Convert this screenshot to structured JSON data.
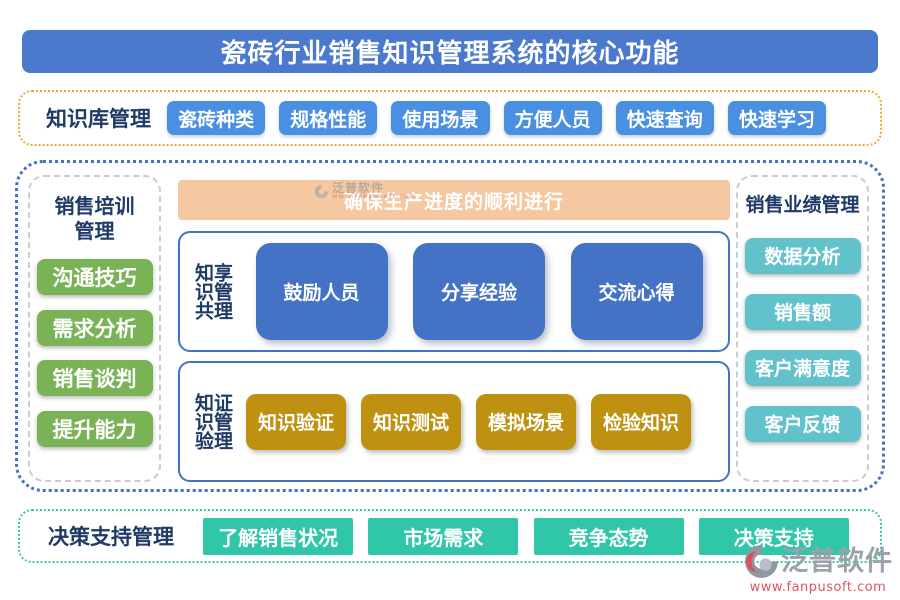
{
  "title": "瓷砖行业销售知识管理系统的核心功能",
  "kb": {
    "label": "知识库管理",
    "items": [
      "瓷砖种类",
      "规格性能",
      "使用场景",
      "方便人员",
      "快速查询",
      "快速学习"
    ]
  },
  "training": {
    "label": "销售培训管理",
    "items": [
      "沟通技巧",
      "需求分析",
      "销售谈判",
      "提升能力"
    ]
  },
  "center": {
    "banner": "确保生产进度的顺利进行"
  },
  "share": {
    "label": "知识共享管理",
    "items": [
      "鼓励人员",
      "分享经验",
      "交流心得"
    ]
  },
  "verify": {
    "label": "知识验证管理",
    "items": [
      "知识验证",
      "知识测试",
      "模拟场景",
      "检验知识"
    ]
  },
  "performance": {
    "label": "销售业绩管理",
    "items": [
      "数据分析",
      "销售额",
      "客户满意度",
      "客户反馈"
    ]
  },
  "decision": {
    "label": "决策支持管理",
    "items": [
      "了解销售状况",
      "市场需求",
      "竞争态势",
      "决策支持"
    ]
  },
  "watermark": {
    "brand": "泛普软件",
    "url": "www.fanpusoft.com"
  },
  "colors": {
    "title_bar": "#4B79CE",
    "kb_button": "#4A90E2",
    "kb_border": "#F0A830",
    "outer_border": "#4472C4",
    "panel_border": "#4472C4",
    "side_border": "#C9CDD3",
    "training_button": "#79B356",
    "share_tile": "#4472C4",
    "verify_button": "#BE9210",
    "performance_button": "#62C2CC",
    "decision_button": "#30C6A8",
    "decision_border": "#3CC4A4",
    "banner_bg": "#F5C8A2",
    "label_text": "#1E3A66"
  }
}
